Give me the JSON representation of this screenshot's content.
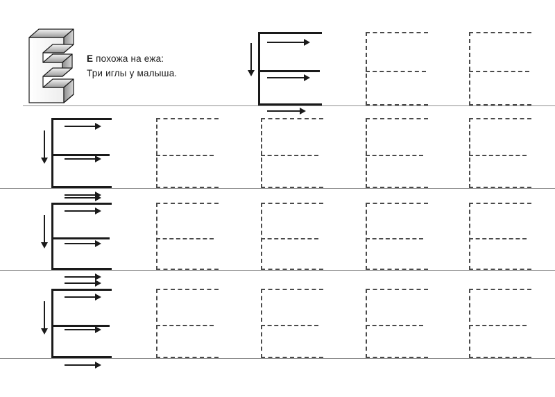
{
  "page": {
    "title": "Прописи: буква Е",
    "language": "ru",
    "background": "#ffffff",
    "stroke_color": "#1a1a1a",
    "trace_color": "#4a4a4a",
    "baseline_color": "#8c8c8c"
  },
  "header": {
    "letter": "Е",
    "letter_art": "3d-block-letter-E",
    "rhyme_line_1_bold": "Е",
    "rhyme_line_1_rest": " похожа на ежа:",
    "rhyme_line_2": "Три иглы у малыша.",
    "rhyme_full": "Е похожа на ежа:\nТри иглы у малыша."
  },
  "legend": {
    "arrow_right": "stroke-direction-right",
    "arrow_down": "stroke-direction-down"
  },
  "rows": [
    {
      "id": "row-1",
      "index": 1,
      "model_letters": 1,
      "traced_letters": 2,
      "has_lead_arrow": false,
      "arrows": [
        "down",
        "right-top",
        "right-mid",
        "right-bottom"
      ]
    },
    {
      "id": "row-2",
      "index": 2,
      "model_letters": 1,
      "traced_letters": 4,
      "has_lead_arrow": false,
      "arrows": [
        "down",
        "right-top",
        "right-mid",
        "right-bottom"
      ]
    },
    {
      "id": "row-3",
      "index": 3,
      "model_letters": 1,
      "traced_letters": 4,
      "has_lead_arrow": true,
      "arrows": [
        "right-lead",
        "down",
        "right-top",
        "right-mid",
        "right-bottom"
      ]
    },
    {
      "id": "row-4",
      "index": 4,
      "model_letters": 1,
      "traced_letters": 4,
      "has_lead_arrow": true,
      "arrows": [
        "right-lead",
        "down",
        "right-top",
        "right-mid",
        "right-bottom"
      ]
    }
  ]
}
